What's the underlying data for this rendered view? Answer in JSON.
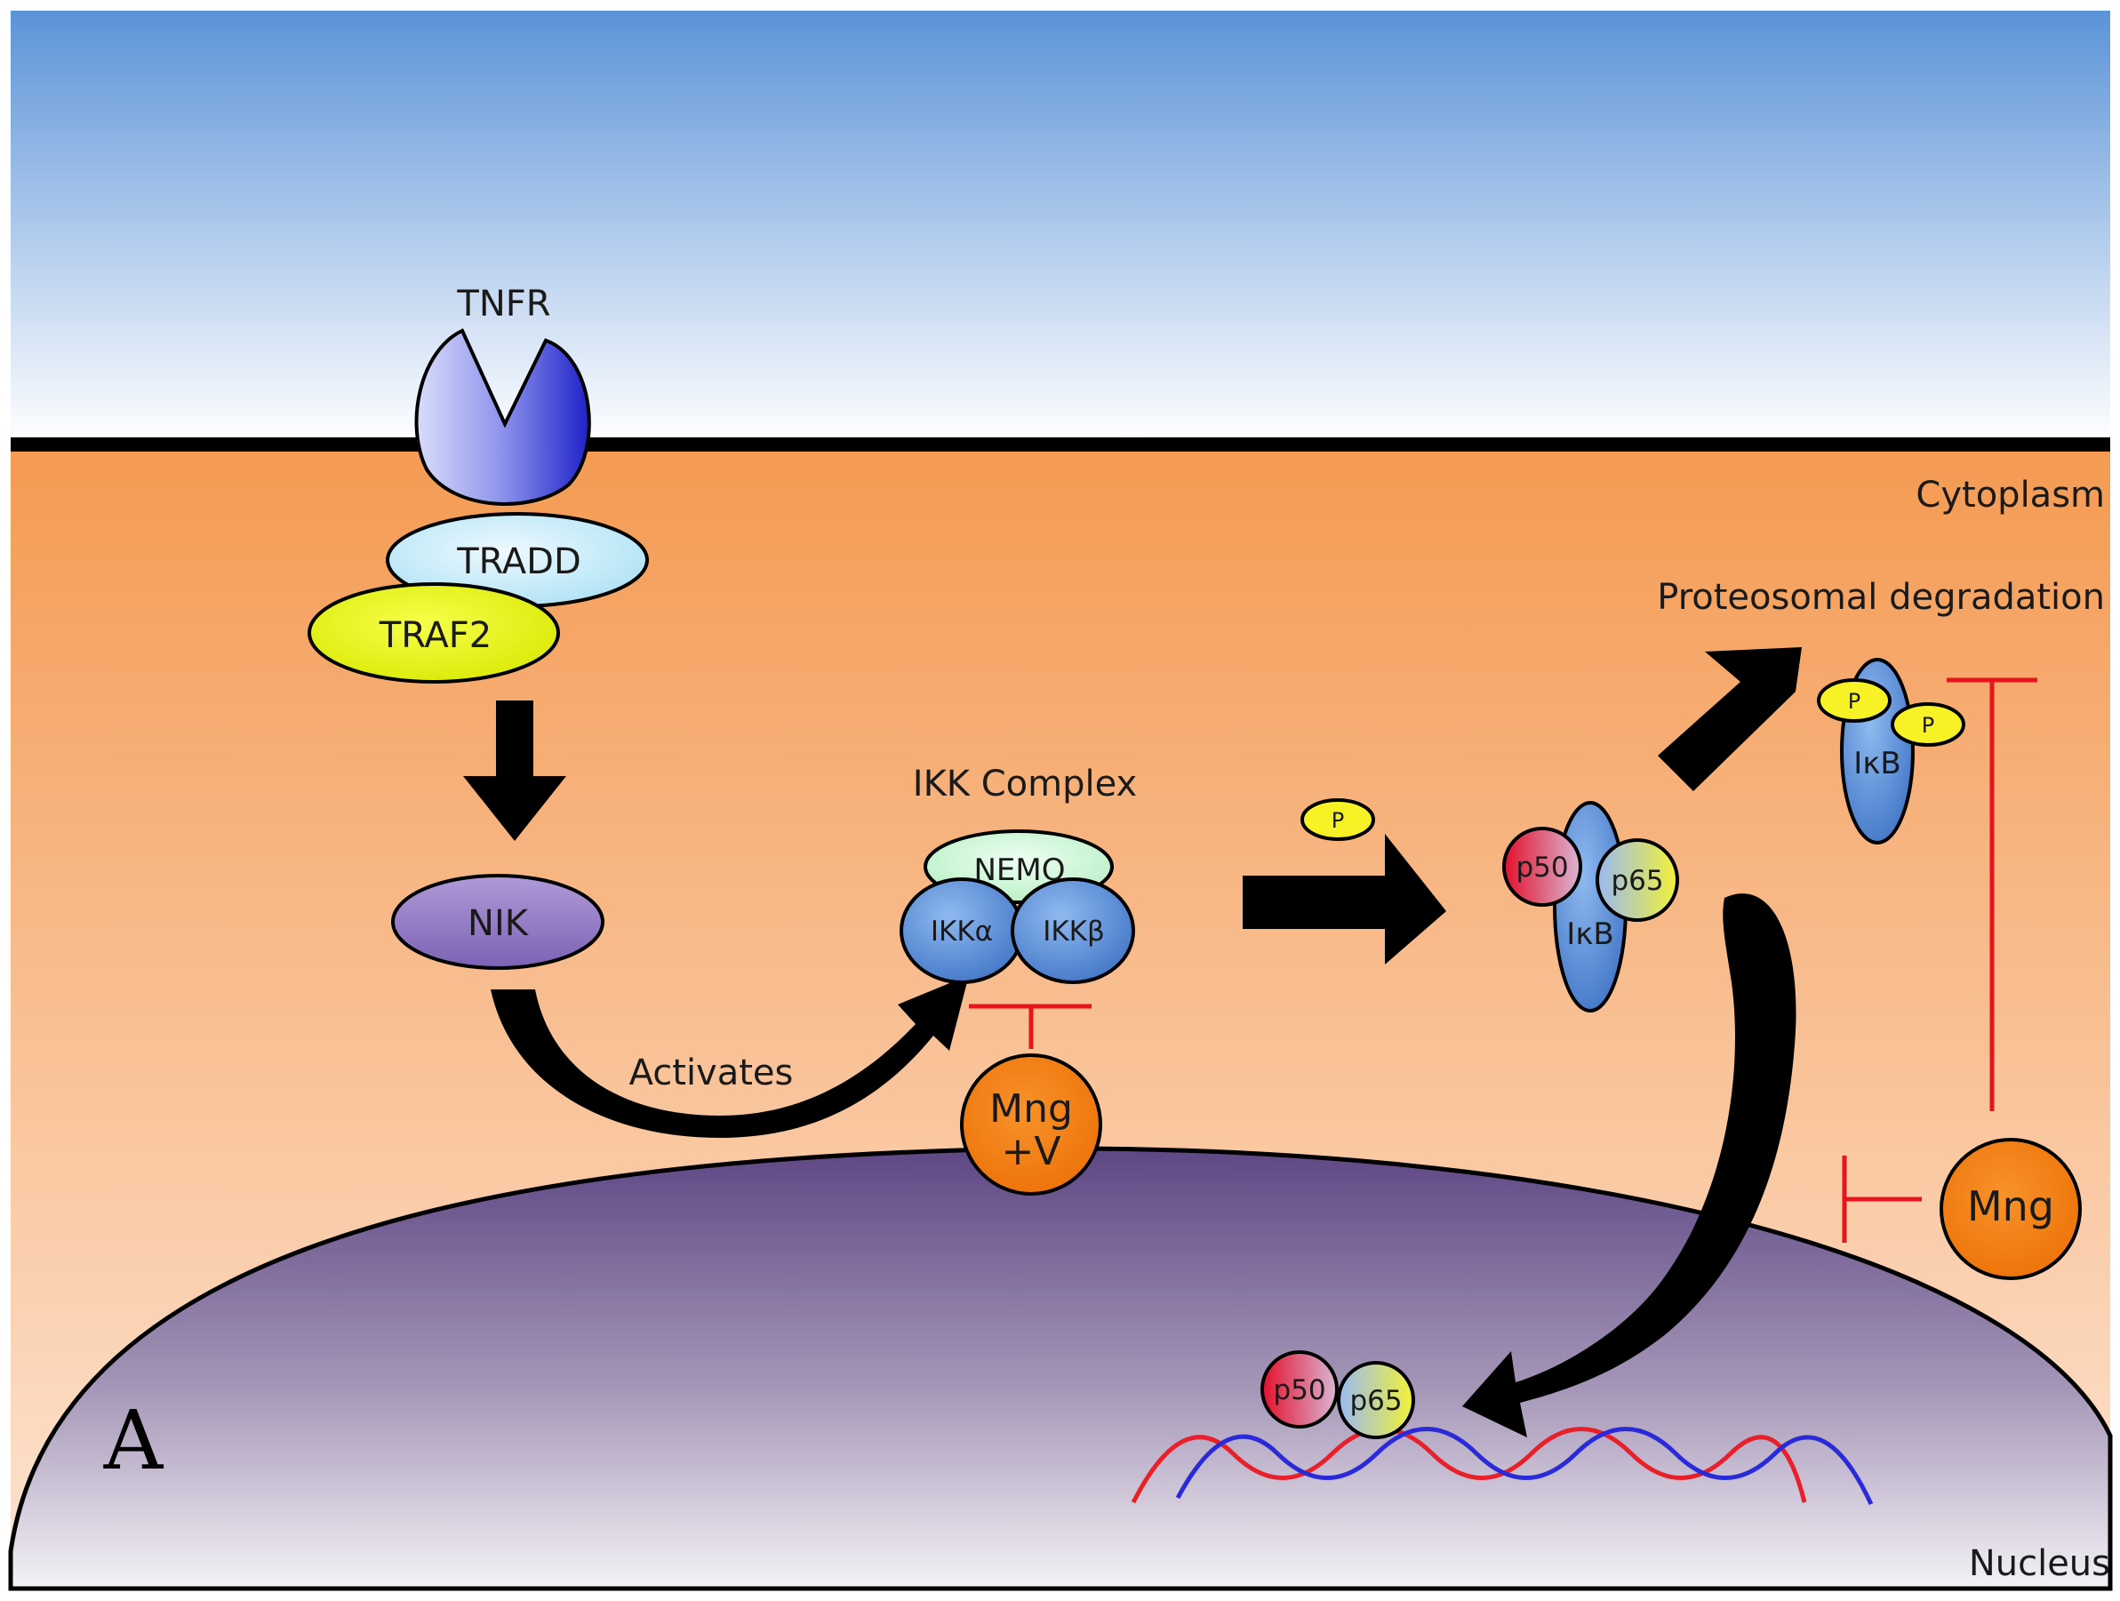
{
  "figure": {
    "panel_letter": "A",
    "compartments": {
      "cytoplasm": "Cytoplasm",
      "nucleus": "Nucleus"
    },
    "receptor": {
      "tnfr": "TNFR",
      "tradd": "TRADD",
      "traf2": "TRAF2",
      "nik": "NIK"
    },
    "ikk_complex": {
      "title": "IKK Complex",
      "nemo": "NEMO",
      "ikk_alpha": "IKKα",
      "ikk_beta": "IKKβ"
    },
    "activates_label": "Activates",
    "phosphate": "P",
    "nfkb_complex": {
      "p50": "p50",
      "p65": "p65",
      "ikb": "IκB"
    },
    "degradation": {
      "label": "Proteosomal degradation",
      "ikb": "IκB",
      "p1": "P",
      "p2": "P"
    },
    "inhibitors": {
      "mng_v_line1": "Mng",
      "mng_v_line2": "+V",
      "mng": "Mng"
    },
    "nuclear_nfkb": {
      "p50": "p50",
      "p65": "p65"
    },
    "colors": {
      "sky_top": "#5b93d8",
      "cytoplasm_top": "#f49a52",
      "nucleus": "#6a5088",
      "inhibition": "#e8141b",
      "mng_orange": "#f27a10",
      "dna_red": "#e8202a",
      "dna_blue": "#2a2ad8"
    }
  }
}
